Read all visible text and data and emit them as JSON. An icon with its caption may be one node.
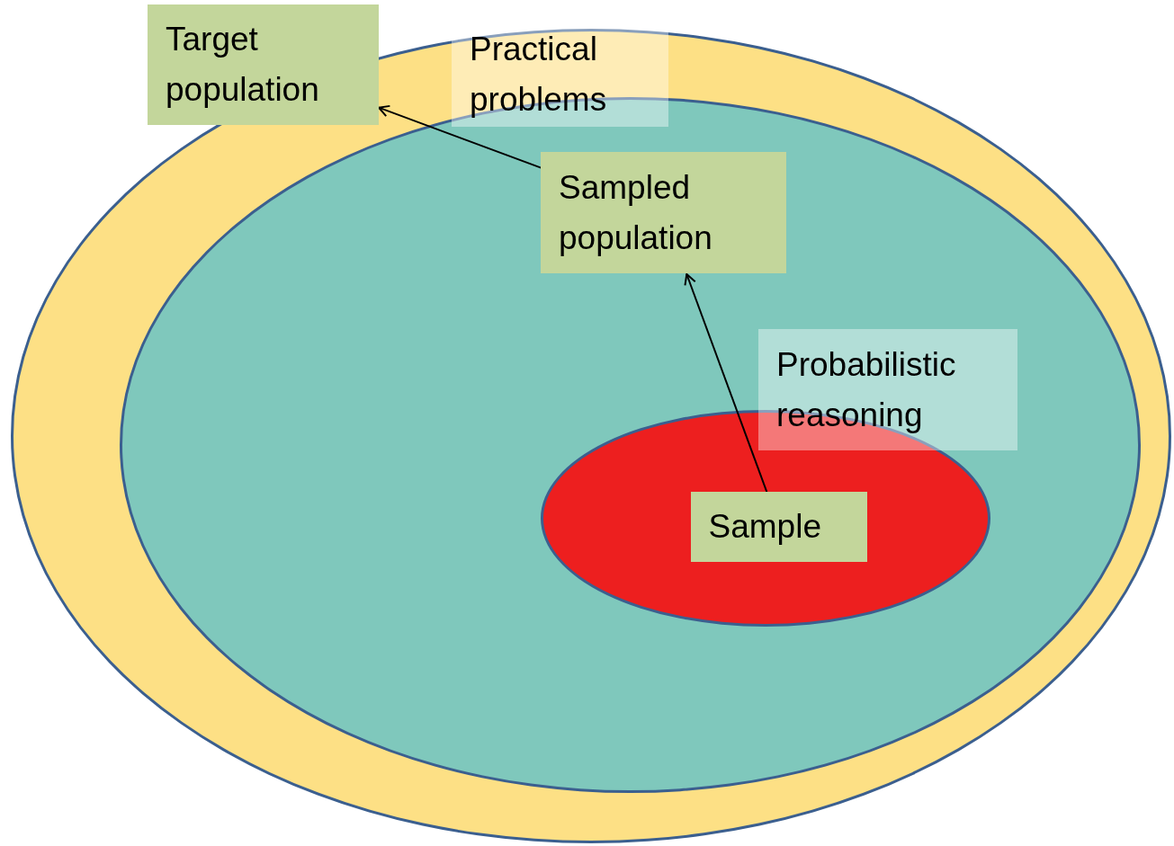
{
  "diagram": {
    "nodes": [
      {
        "text": [],
        "shape": "ellipse"
      },
      {
        "text": [],
        "shape": "ellipse",
        "in": 0
      },
      {
        "text": [],
        "shape": "ellipse",
        "in": 1
      },
      {
        "text": [
          "Target population"
        ]
      },
      {
        "text": [
          "Practical problems"
        ]
      },
      {
        "text": [
          "Sampled population"
        ],
        "in": 1
      },
      {
        "text": [
          "Probabilistic reasoning"
        ],
        "in": 1
      },
      {
        "text": [
          "Sample"
        ],
        "in": 2
      }
    ],
    "edges": [
      {
        "from": 7,
        "to": 5,
        "arrow": "to"
      },
      {
        "from": 5,
        "to": 3,
        "arrow": "to"
      }
    ]
  }
}
